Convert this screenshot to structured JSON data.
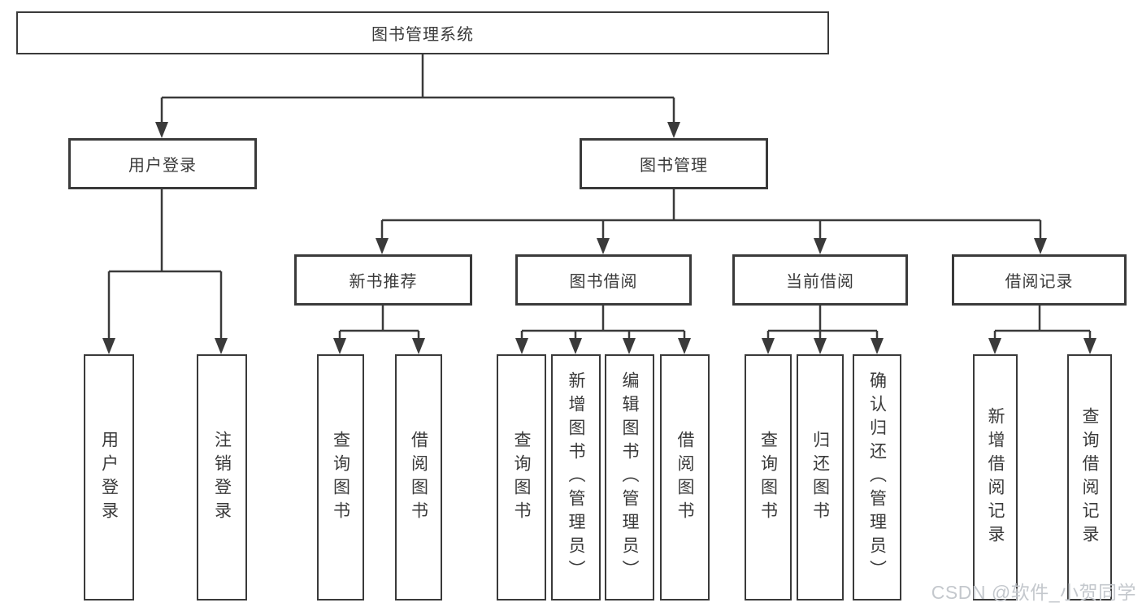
{
  "root": {
    "label": "图书管理系统"
  },
  "level1": [
    {
      "id": "user-login",
      "label": "用户登录"
    },
    {
      "id": "book-management",
      "label": "图书管理"
    }
  ],
  "level2": [
    {
      "id": "new-book-recommend",
      "label": "新书推荐"
    },
    {
      "id": "book-borrow",
      "label": "图书借阅"
    },
    {
      "id": "current-borrow",
      "label": "当前借阅"
    },
    {
      "id": "borrow-records",
      "label": "借阅记录"
    }
  ],
  "leaves": [
    {
      "label": "用户登录"
    },
    {
      "label": "注销登录"
    },
    {
      "label": "查询图书"
    },
    {
      "label": "借阅图书"
    },
    {
      "label": "查询图书"
    },
    {
      "label": "新增图书（管理员）"
    },
    {
      "label": "编辑图书（管理员）"
    },
    {
      "label": "借阅图书"
    },
    {
      "label": "查询图书"
    },
    {
      "label": "归还图书"
    },
    {
      "label": "确认归还（管理员）"
    },
    {
      "label": "新增借阅记录"
    },
    {
      "label": "查询借阅记录"
    }
  ],
  "watermark": "CSDN @软件_小贺同学",
  "colors": {
    "line": "#3a3a3a",
    "text": "#3a3a3a",
    "background": "#ffffff",
    "watermark": "#c4c8cd"
  }
}
